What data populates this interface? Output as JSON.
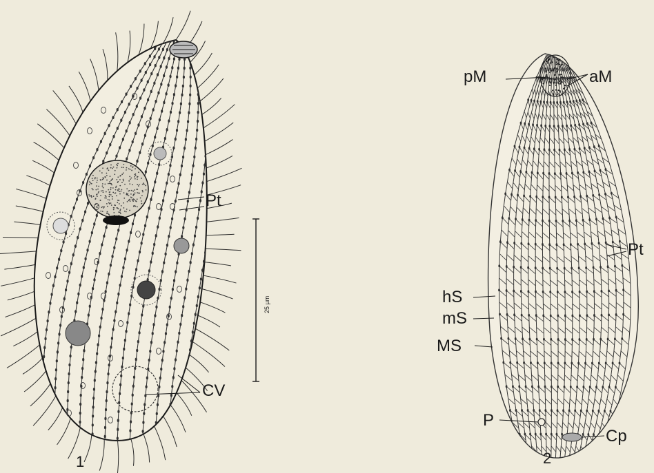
{
  "figure1": {
    "number": "1",
    "labels": {
      "pt": "Pt",
      "cv": "CV"
    },
    "scale_bar": "25 µm"
  },
  "figure2": {
    "number": "2",
    "labels": {
      "pm": "pM",
      "am": "aM",
      "pt": "Pt",
      "hs": "hS",
      "ms": "mS",
      "MS": "MS",
      "p": "P",
      "cp": "Cp"
    }
  },
  "colors": {
    "background": "#efebdc",
    "ink": "#1a1a1a"
  }
}
